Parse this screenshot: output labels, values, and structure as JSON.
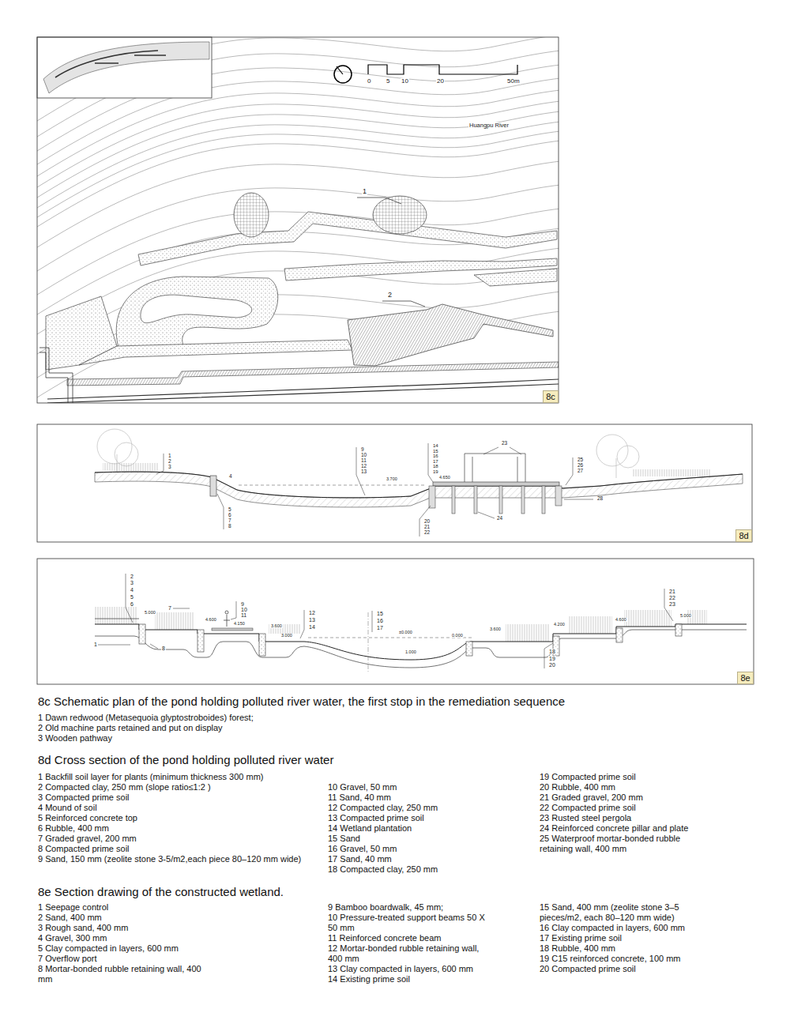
{
  "diagram": {
    "nodes": [
      {
        "text": [
          "8c"
        ]
      },
      {
        "text": [
          "8d"
        ]
      },
      {
        "text": [
          "8e"
        ]
      }
    ],
    "labels": [
      "0",
      "5",
      "10",
      "20",
      "50m",
      "Huangpu River",
      "1",
      "2",
      "1",
      "2",
      "3",
      "4",
      "5",
      "6",
      "7",
      "8",
      "9",
      "10",
      "11",
      "12",
      "13",
      "3.700",
      "4.650",
      "14",
      "15",
      "16",
      "17",
      "18",
      "19",
      "23",
      "20",
      "21",
      "22",
      "24",
      "25",
      "26",
      "27",
      "28",
      "2",
      "3",
      "4",
      "5",
      "6",
      "7",
      "5.000",
      "4.600",
      "9",
      "10",
      "11",
      "4.150",
      "3.600",
      "12",
      "13",
      "14",
      "3.000",
      "15",
      "16",
      "17",
      "±0.000",
      "0.000",
      "1.000",
      "3.600",
      "4.200",
      "4.600",
      "5.000",
      "21",
      "22",
      "23",
      "18",
      "19",
      "20",
      "1",
      "8",
      "8c Schematic plan of the pond holding polluted river water, the first stop in the remediation sequence",
      "1 Dawn redwood (Metasequoia glyptostroboides) forest;",
      "2 Old machine parts retained and put on display",
      "3 Wooden pathway",
      "8d Cross section of the pond holding polluted river water",
      "1 Backfill soil layer for plants (minimum thickness 300 mm)",
      "2 Compacted clay, 250 mm (slope ratio≤1:2 )",
      "3 Compacted prime soil",
      "4 Mound of soil",
      "5 Reinforced concrete top",
      "6 Rubble, 400 mm",
      "7 Graded gravel, 200 mm",
      "8 Compacted prime soil",
      "9 Sand, 150 mm (zeolite stone 3-5/m2,each piece 80–120 mm wide)",
      "10 Gravel, 50 mm",
      "11 Sand, 40 mm",
      "12 Compacted clay, 250 mm",
      "13 Compacted prime soil",
      "14 Wetland plantation",
      "15 Sand",
      "16 Gravel, 50 mm",
      "17 Sand, 40 mm",
      "18 Compacted clay, 250 mm",
      "19 Compacted prime soil",
      "20 Rubble, 400 mm",
      "21 Graded gravel, 200 mm",
      "22 Compacted prime soil",
      "23 Rusted steel pergola",
      "24 Reinforced concrete pillar and plate",
      "25 Waterproof mortar-bonded rubble retaining wall, 400 mm",
      "8e Section drawing of the constructed wetland.",
      "1 Seepage control",
      "2 Sand, 400 mm",
      "3 Rough sand, 400 mm",
      "4 Gravel, 300 mm",
      "5 Clay compacted in layers, 600 mm",
      "7 Overflow port",
      "8 Mortar-bonded rubble retaining wall, 400 mm",
      "9 Bamboo boardwalk, 45 mm;",
      "10 Pressure-treated support beams 50 X 50 mm",
      "11 Reinforced concrete beam",
      "12 Mortar-bonded rubble retaining wall, 400 mm",
      "13 Clay compacted in layers, 600 mm",
      "14 Existing prime soil",
      "15 Sand, 400 mm (zeolite stone 3–5 pieces/m2, each 80–120 mm wide)",
      "16 Clay compacted in layers, 600 mm",
      "17 Existing prime soil",
      "18 Rubble, 400 mm",
      "19 C15 reinforced concrete, 100 mm",
      "20 Compacted prime soil"
    ]
  }
}
